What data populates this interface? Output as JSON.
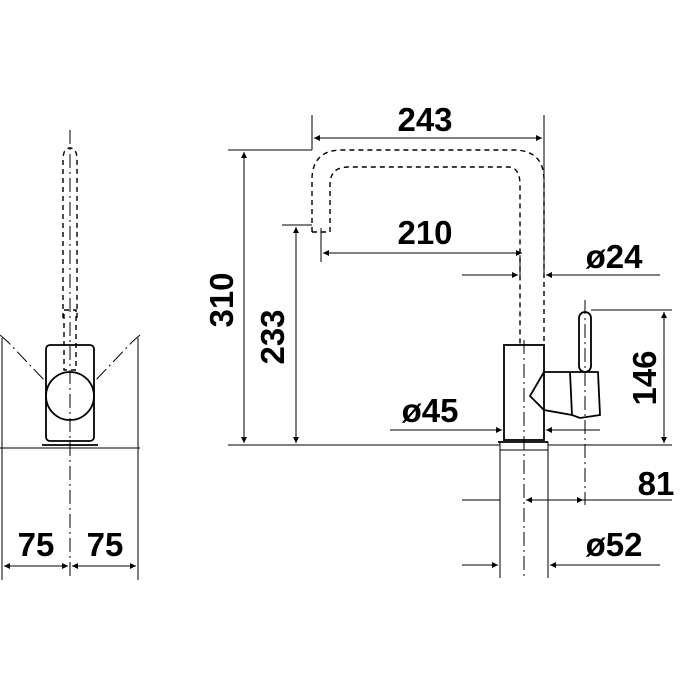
{
  "drawing": {
    "dimensions": {
      "side_left_offset": "75",
      "side_right_offset": "75",
      "spout_reach_outer": "243",
      "spout_reach_inner": "210",
      "spout_tube_diameter": "ø24",
      "total_height": "310",
      "spout_outlet_height": "233",
      "lever_height": "146",
      "body_diameter": "ø45",
      "lever_offset": "81",
      "base_diameter": "ø52"
    }
  }
}
